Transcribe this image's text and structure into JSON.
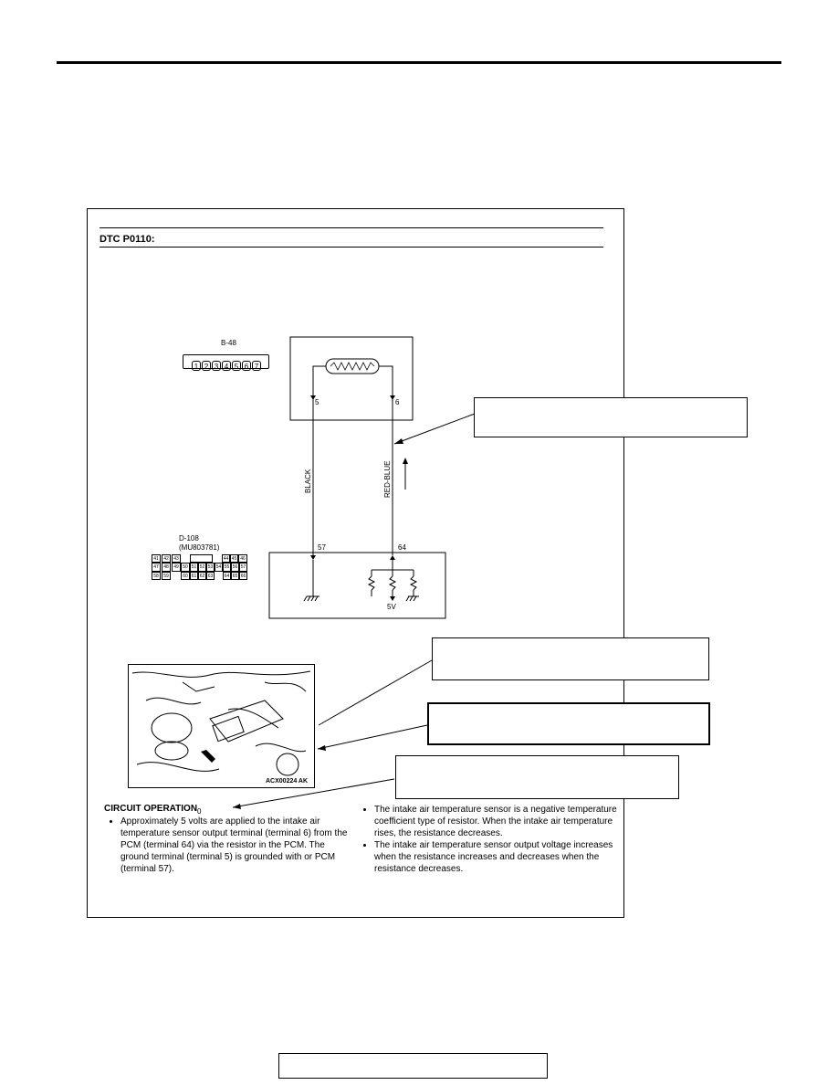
{
  "header": {},
  "document": {
    "dtc_title": "DTC P0110:",
    "connector_b48": "B-48",
    "connector_b48_pins": [
      "1",
      "2",
      "3",
      "4",
      "5",
      "6",
      "7"
    ],
    "terminal_5": "5",
    "terminal_6": "6",
    "wire_black": "BLACK",
    "wire_red_blue": "RED-BLUE",
    "terminal_57": "57",
    "terminal_64": "64",
    "connector_d108": "D-108",
    "connector_d108_part": "(MU803781)",
    "d108_cells": [
      [
        "41",
        "42",
        "43",
        "",
        "",
        "",
        "",
        "",
        "",
        "44",
        "45",
        "46"
      ],
      [
        "47",
        "48",
        "49",
        "50",
        "51",
        "52",
        "53",
        "54",
        "55",
        "56",
        "57"
      ],
      [
        "58",
        "59",
        "",
        "60",
        "61",
        "62",
        "63",
        "",
        "64",
        "65",
        "66"
      ]
    ],
    "voltage_label": "5V",
    "photo_code": "ACX00224 AK",
    "circuit_operation_title": "CIRCUIT OPERATION",
    "circuit_operation_sub": "0",
    "left_bullets": [
      "Approximately 5 volts are applied to the intake air temperature sensor output terminal (terminal 6) from the PCM (terminal 64) via the resistor in the PCM. The ground terminal (terminal 5) is grounded with or PCM (terminal 57)."
    ],
    "right_bullets": [
      "The intake air temperature sensor is a negative temperature coefficient type of resistor. When the intake air temperature rises, the resistance decreases.",
      "The intake air temperature sensor output voltage increases when the resistance increases and decreases when the resistance decreases."
    ]
  }
}
